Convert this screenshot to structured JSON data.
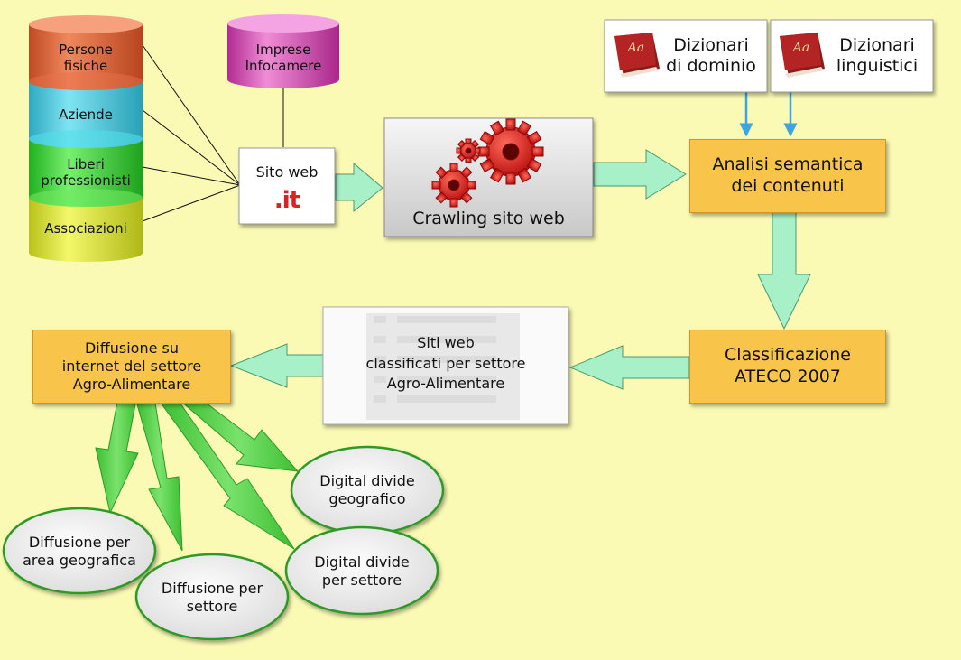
{
  "sources": {
    "persone": "Persone\nfisiche",
    "aziende": "Aziende",
    "liberi": "Liberi\nprofessionisti",
    "associazioni": "Associazioni"
  },
  "imprese": "Imprese\nInfocamere",
  "sito_web": {
    "label": "Sito web",
    "logo_text": ".it"
  },
  "crawling": "Crawling sito web",
  "dictionaries": {
    "dominio": "Dizionari\ndi dominio",
    "linguistici": "Dizionari\nlinguistici",
    "book_text": "Aa"
  },
  "analisi": "Analisi semantica\ndei contenuti",
  "classificazione": "Classificazione\nATECO 2007",
  "siti_classificati": "Siti web\nclassificati per settore\nAgro-Alimentare",
  "diffusione": "Diffusione su\ninternet del settore\nAgro-Alimentare",
  "outputs": {
    "area": "Diffusione per\narea geografica",
    "settore": "Diffusione per\nsettore",
    "dd_geo": "Digital divide\ngeografico",
    "dd_settore": "Digital divide\nper settore"
  },
  "colors": {
    "background": "#fafab5",
    "box_orange": "#f9c44a",
    "arrow_mint": "#a8f0c8",
    "arrow_green": "#5fd152",
    "arrow_blue": "#3aa6e0",
    "persone": "#e8704a",
    "aziende": "#56d2e4",
    "liberi": "#4de84a",
    "associazioni": "#e6ee3a",
    "imprese": "#e060c0"
  }
}
